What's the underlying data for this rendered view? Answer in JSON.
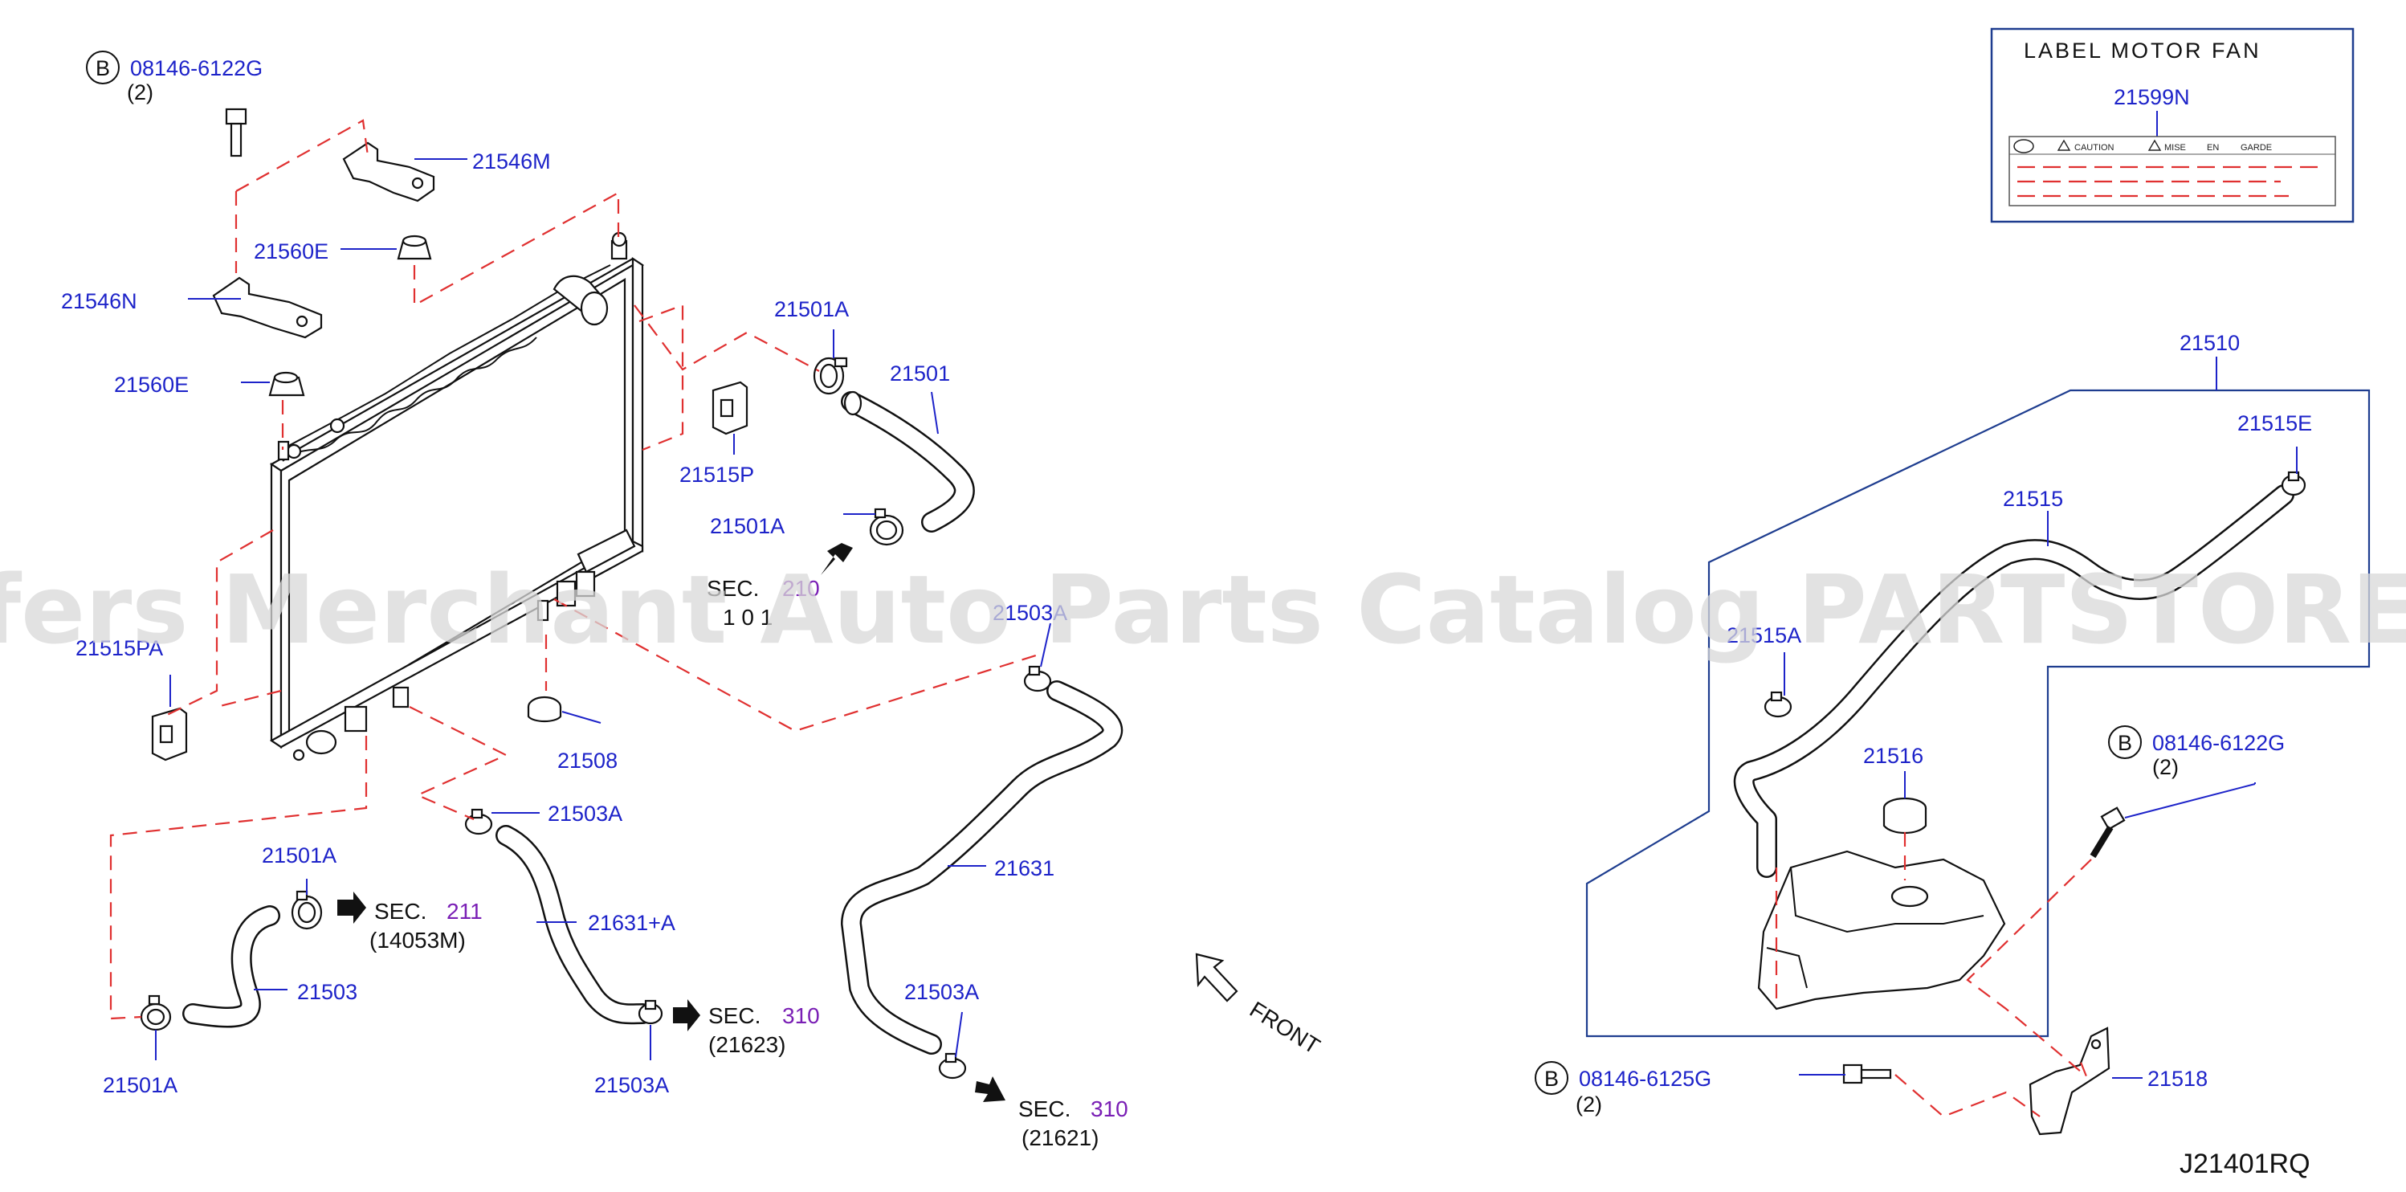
{
  "diagram": {
    "watermark": "Offers Merchant Auto Parts Catalog PARTSTORE.SA",
    "reference_code": "J21401RQ",
    "front_label": "FRONT",
    "bolt_marker": "B",
    "label_box": {
      "title": "LABEL   MOTOR   FAN",
      "part_number": "21599N",
      "caution_words": [
        "CAUTION",
        "MISE",
        "EN",
        "GARDE"
      ]
    },
    "parts": {
      "p08146_6122g_top": "08146-6122G",
      "p08146_6122g_top_qty": "(2)",
      "p21546m": "21546M",
      "p21560e_a": "21560E",
      "p21546n": "21546N",
      "p21560e_b": "21560E",
      "p21501a_top": "21501A",
      "p21501": "21501",
      "p21515p": "21515P",
      "p21501a_mid": "21501A",
      "p21515pa": "21515PA",
      "p21503a_top": "21503A",
      "p21508": "21508",
      "p21503a_mid": "21503A",
      "p21501a_low": "21501A",
      "p21631a": "21631+A",
      "p21503": "21503",
      "p21631": "21631",
      "p21503a_right": "21503A",
      "p21503a_bottom": "21503A",
      "p21501a_bottom": "21501A",
      "p21510": "21510",
      "p21515e": "21515E",
      "p21515": "21515",
      "p21515a": "21515A",
      "p21516": "21516",
      "p08146_6122g_right": "08146-6122G",
      "p08146_6122g_right_qty": "(2)",
      "p08146_6125g": "08146-6125G",
      "p08146_6125g_qty": "(2)",
      "p21518": "21518"
    },
    "sections": {
      "sec210": {
        "prefix": "SEC.",
        "num": "210",
        "sub": "1 0 1"
      },
      "sec211": {
        "prefix": "SEC.",
        "num": "211",
        "sub": "(14053M)"
      },
      "sec310a": {
        "prefix": "SEC.",
        "num": "310",
        "sub": "(21623)"
      },
      "sec310b": {
        "prefix": "SEC.",
        "num": "310",
        "sub": "(21621)"
      }
    }
  }
}
